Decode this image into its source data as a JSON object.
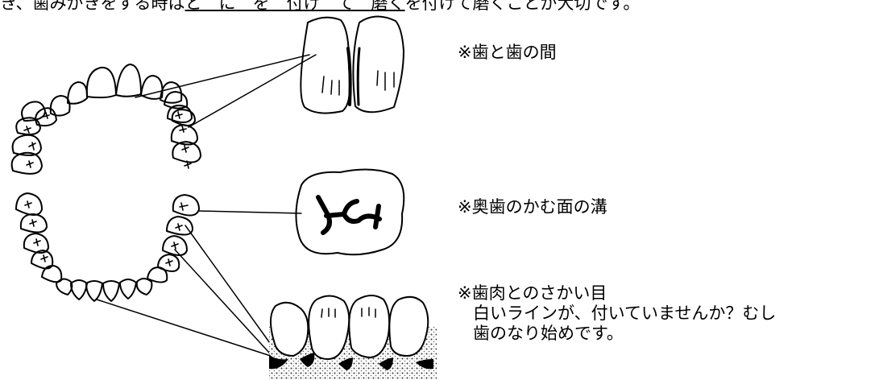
{
  "header": {
    "partial_text_before": "き、歯みがきをする時は",
    "partial_text_underlined": "と　に　を　付け　て　磨く",
    "partial_text_after": "を付けて磨くことが大切です。"
  },
  "labels": {
    "between_teeth": "※歯と歯の間",
    "molar_grooves": "※奥歯のかむ面の溝",
    "gum_boundary": "※歯肉とのさかい目",
    "gum_boundary_note_1": "白いラインが、付いていませんか？むし",
    "gum_boundary_note_2": "歯のなり始めです。"
  }
}
